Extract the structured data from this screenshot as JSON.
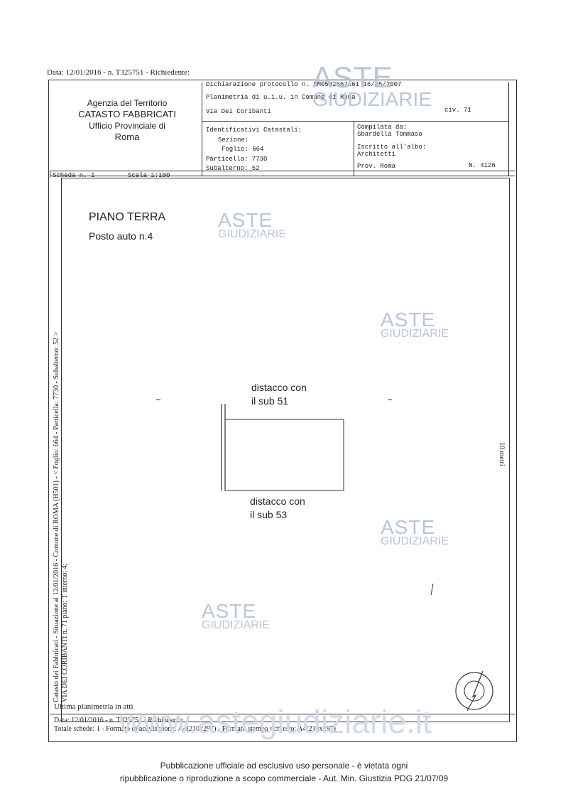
{
  "top_header": "Data: 12/01/2016 - n. T325751 - Richiedente:",
  "agency": {
    "line1": "Agenzia del Territorio",
    "line2": "CATASTO FABBRICATI",
    "line3": "Ufficio Provinciale di",
    "line4": "Roma"
  },
  "declaration": {
    "protocol": "Dichiarazione protocollo n. RM0582667c61   16/05/2007",
    "planimetria": "Planimetria di u.i.u. in Comune di Roma",
    "street": "Via Dei Coribanti",
    "civ": "civ. 71"
  },
  "identifiers": {
    "title": "Identificativi Catastali:",
    "sezione": "Sezione:",
    "foglio": "Foglio: 664",
    "particella": "Particella: 7730",
    "subalterno": "Subalterno: 52"
  },
  "compiled": {
    "title": "Compilata da:",
    "name": "Sbardella Tommaso",
    "albo_label": "Iscritto all'albo:",
    "albo_value": "Architetti",
    "prov": "Prov. Roma",
    "number": "N.  4126"
  },
  "scheda": "Scheda n. 1",
  "scala": "Scala 1:100",
  "plan": {
    "floor": "PIANO TERRA",
    "posto": "Posto auto n.4",
    "distacco_top_1": "distacco con",
    "distacco_top_2": "il sub 51",
    "distacco_bottom_1": "distacco con",
    "distacco_bottom_2": "il sub 53",
    "scale_label": "10 metri"
  },
  "side_text_1": "Catasto dei Fabbricati - Situazione al 12/01/2016 - Comune di ROMA (H501) - < Foglio: 664 - Particella: 7730 - Subalterno: 52 >",
  "side_text_2": "VIA DEI CORIBANTI n. 71 piano: T interno: 4;",
  "footer": {
    "ultima": "Ultima planimetria in atti",
    "data": "Data: 12/01/2016 - n. T325751 - Richiedente:",
    "totale": "Totale schede: 1 - Formato di acquisizione: A4(210x297) - Formato stampa richiesto: A4(210x297)"
  },
  "watermark": {
    "aste": "ASTE",
    "giudiziarie": "GIUDIZIARIE",
    "site": "www.astegiudiziarie.it"
  },
  "publication": {
    "line1": "Pubblicazione ufficiale ad esclusivo uso personale - è vietata ogni",
    "line2": "ripubblicazione o riproduzione a scopo commerciale - Aut. Min. Giustizia PDG 21/07/09"
  }
}
